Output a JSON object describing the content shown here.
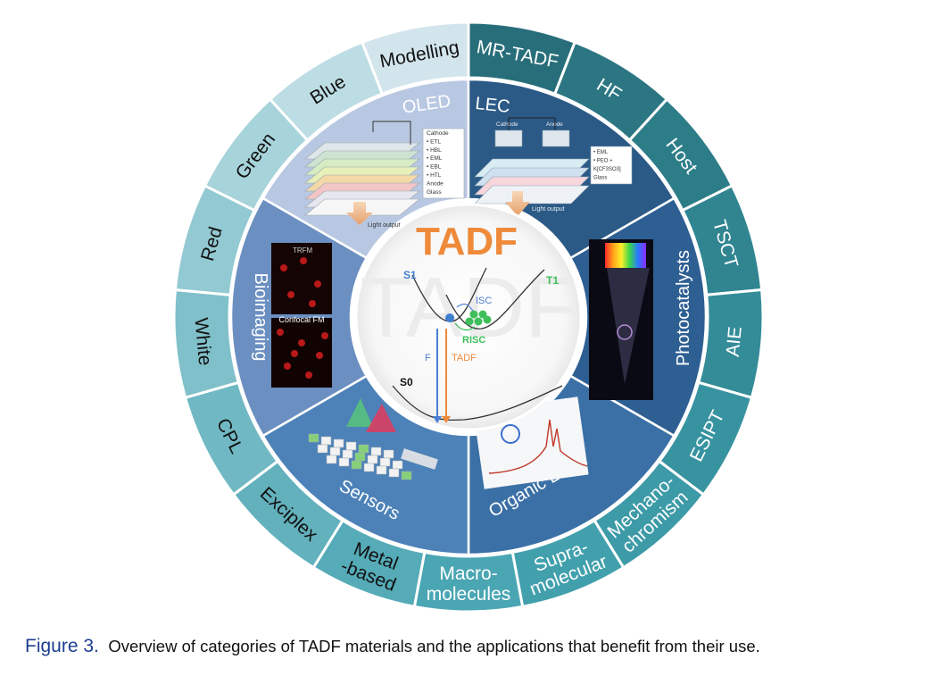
{
  "center": {
    "title": "TADF",
    "watermark": "TADF",
    "s1": "S1",
    "t1": "T1",
    "s0": "S0",
    "isc": "ISC",
    "risc": "RISC",
    "f": "F",
    "tadf": "TADF"
  },
  "outer_ring": [
    {
      "label": "Modelling",
      "lines": [
        "Modelling"
      ],
      "color": "#d3e5ec",
      "dark": false
    },
    {
      "label": "MR-TADF",
      "lines": [
        "MR-TADF"
      ],
      "color": "#276e7a",
      "dark": true
    },
    {
      "label": "HF",
      "lines": [
        "HF"
      ],
      "color": "#2b7682",
      "dark": true
    },
    {
      "label": "Host",
      "lines": [
        "Host"
      ],
      "color": "#2d7d89",
      "dark": true
    },
    {
      "label": "TSCT",
      "lines": [
        "TSCT"
      ],
      "color": "#308591",
      "dark": true
    },
    {
      "label": "AIE",
      "lines": [
        "AIE"
      ],
      "color": "#348c98",
      "dark": true
    },
    {
      "label": "ESIPT",
      "lines": [
        "ESIPT"
      ],
      "color": "#3893a0",
      "dark": true
    },
    {
      "label": "Mechano-chromism",
      "lines": [
        "Mechano-",
        "chromism"
      ],
      "color": "#3d9aa7",
      "dark": true
    },
    {
      "label": "Supra-molecular",
      "lines": [
        "Supra-",
        "molecular"
      ],
      "color": "#42a0ad",
      "dark": true
    },
    {
      "label": "Macro-molecules",
      "lines": [
        "Macro-",
        "molecules"
      ],
      "color": "#4aa6b3",
      "dark": true
    },
    {
      "label": "Metal-based",
      "lines": [
        "Metal",
        "-based"
      ],
      "color": "#55abb8",
      "dark": false
    },
    {
      "label": "Exciplex",
      "lines": [
        "Exciplex"
      ],
      "color": "#62b1bd",
      "dark": false
    },
    {
      "label": "CPL",
      "lines": [
        "CPL"
      ],
      "color": "#70b8c3",
      "dark": false
    },
    {
      "label": "White",
      "lines": [
        "White"
      ],
      "color": "#80c0ca",
      "dark": false
    },
    {
      "label": "Red",
      "lines": [
        "Red"
      ],
      "color": "#92c9d2",
      "dark": false
    },
    {
      "label": "Green",
      "lines": [
        "Green"
      ],
      "color": "#a7d3da",
      "dark": false
    },
    {
      "label": "Blue",
      "lines": [
        "Blue"
      ],
      "color": "#bcdde3",
      "dark": false
    }
  ],
  "inner_ring": [
    {
      "label": "OLED",
      "color": "#b9c8e2"
    },
    {
      "label": "LEC",
      "color": "#2c5a86"
    },
    {
      "label": "Photocatalysts",
      "color": "#2e5f93"
    },
    {
      "label": "Organic Laser",
      "color": "#3b70a6"
    },
    {
      "label": "Sensors",
      "color": "#4d82b8"
    },
    {
      "label": "Bioimaging",
      "color": "#6b8fc0"
    }
  ],
  "oled_stack": [
    "Cathode",
    "ETL",
    "HBL",
    "EML",
    "EBL",
    "HTL",
    "Anode",
    "Glass"
  ],
  "oled_output": "Light output",
  "lec_stack": [
    "EML",
    "PEO +",
    "K[CF3SO3]",
    "Glass"
  ],
  "lec_cathode": "Cathode",
  "lec_anode": "Anode",
  "lec_output": "Light output",
  "bio_top": "TRFM",
  "bio_bottom": "Confocal FM",
  "caption": {
    "label": "Figure 3.",
    "text": "Overview of categories of TADF materials and the applications that benefit from their use."
  }
}
